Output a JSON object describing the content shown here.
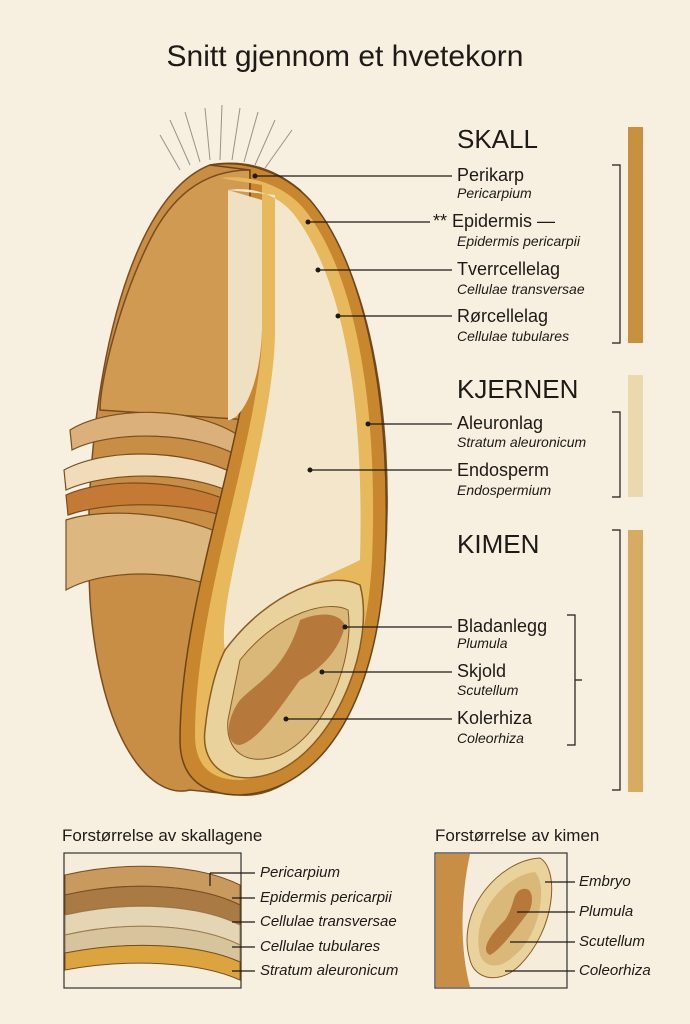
{
  "title": "Snitt gjennom et hvetekorn",
  "sections": [
    {
      "heading": "SKALL",
      "color": "#c8913f",
      "items": [
        {
          "name": "Perikarp",
          "latin": "Pericarpium"
        },
        {
          "name": "** Epidermis —",
          "latin": "Epidermis pericarpii"
        },
        {
          "name": "Tverrcellelag",
          "latin": "Cellulae transversae"
        },
        {
          "name": "Rørcellelag",
          "latin": "Cellulae tubulares"
        }
      ]
    },
    {
      "heading": "KJERNEN",
      "color": "#ead9ad",
      "items": [
        {
          "name": "Aleuronlag",
          "latin": "Stratum aleuronicum"
        },
        {
          "name": "Endosperm",
          "latin": "Endospermium"
        }
      ]
    },
    {
      "heading": "KIMEN",
      "color": "#d6ac62",
      "items": [
        {
          "name": "Bladanlegg",
          "latin": "Plumula"
        },
        {
          "name": "Skjold",
          "latin": "Scutellum"
        },
        {
          "name": "Kolerhiza",
          "latin": "Coleorhiza"
        }
      ]
    }
  ],
  "insets": [
    {
      "title": "Forstørrelse av skallagene",
      "labels": [
        "Pericarpium",
        "Epidermis pericarpii",
        "Cellulae transversae",
        "Cellulae tubulares",
        "Stratum aleuronicum"
      ]
    },
    {
      "title": "Forstørrelse av kimen",
      "labels": [
        "Embryo",
        "Plumula",
        "Scutellum",
        "Coleorhiza"
      ]
    }
  ]
}
